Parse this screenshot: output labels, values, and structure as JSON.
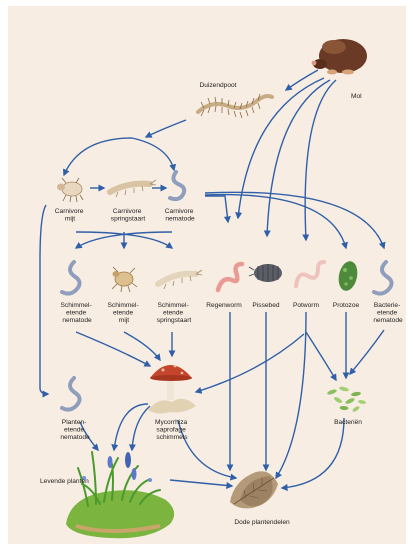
{
  "nodes": {
    "mol": {
      "label": "Mol",
      "icon": "mole-icon"
    },
    "duizendpoot": {
      "label": "Duizendpoot",
      "icon": "centipede-icon"
    },
    "carnivore_mijt": {
      "label_lines": [
        "Carnivore",
        "mijt"
      ],
      "icon": "mite-icon"
    },
    "carnivore_springstaart": {
      "label_lines": [
        "Carnivore",
        "springstaart"
      ],
      "icon": "springtail-icon"
    },
    "carnivore_nematode": {
      "label_lines": [
        "Carnivore",
        "nematode"
      ],
      "icon": "nematode-icon"
    },
    "schimmeletende_nematode": {
      "label_lines": [
        "Schimmel-",
        "etende",
        "nematode"
      ],
      "icon": "nematode-icon"
    },
    "schimmeletende_mijt": {
      "label_lines": [
        "Schimmel-",
        "etende",
        "mijt"
      ],
      "icon": "mite-icon"
    },
    "schimmeletende_springstaart": {
      "label_lines": [
        "Schimmel-",
        "etende",
        "springstaart"
      ],
      "icon": "springtail-icon"
    },
    "regenworm": {
      "label": "Regenworm",
      "icon": "earthworm-icon"
    },
    "pissebed": {
      "label": "Pissebed",
      "icon": "woodlouse-icon"
    },
    "potworm": {
      "label": "Potworm",
      "icon": "potworm-icon"
    },
    "protozoe": {
      "label": "Protozoe",
      "icon": "protozoa-icon"
    },
    "bacterieetende_nematode": {
      "label_lines": [
        "Bacterie-",
        "etende",
        "nematode"
      ],
      "icon": "nematode-icon"
    },
    "planteetende_nematode": {
      "label_lines": [
        "Planten-",
        "etende",
        "nematode"
      ],
      "icon": "nematode-icon"
    },
    "mycorrhiza": {
      "label_lines": [
        "Mycorrhiza",
        "saprofage",
        "schimmels"
      ],
      "icon": "mushroom-icon"
    },
    "bacterien": {
      "label": "Bacteriën",
      "icon": "bacteria-icon"
    },
    "levende_planten": {
      "label": "Levende planten",
      "icon": "plants-icon"
    },
    "dode_plantendelen": {
      "label": "Dode plantendelen",
      "icon": "dead-leaf-icon"
    }
  },
  "colors": {
    "background": "#f7ede3",
    "arrow": "#2f5fa8",
    "text": "#1e1e1e",
    "nematode": "#8f9ebd",
    "mole": "#6a3a26",
    "grass": "#5fa83a",
    "leaf": "#b49a78"
  }
}
